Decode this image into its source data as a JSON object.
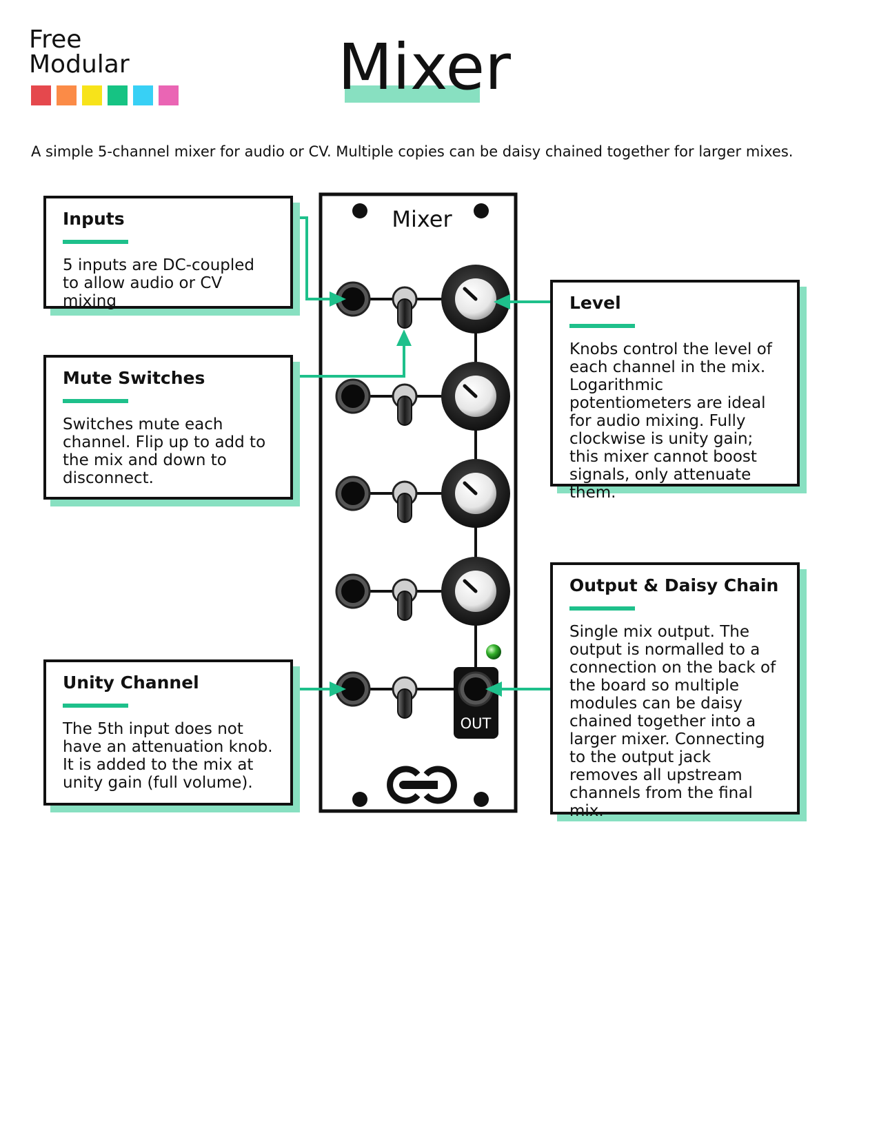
{
  "brand": {
    "line1": "Free",
    "line2": "Modular",
    "swatches": [
      "#e5484d",
      "#fb8b47",
      "#f7e31a",
      "#16c383",
      "#38d0f5",
      "#ea65b4"
    ]
  },
  "title": "Mixer",
  "description": "A simple 5-channel mixer for audio or CV. Multiple copies can be daisy chained together for larger mixes.",
  "accent_color": "#1ec08b",
  "shadow_color": "#88e0c1",
  "module": {
    "name": "Mixer",
    "out_label": "OUT"
  },
  "callouts": {
    "inputs": {
      "title": "Inputs",
      "text": "5 inputs are DC-coupled to allow audio or CV mixing"
    },
    "mute": {
      "title": "Mute Switches",
      "text": "Switches mute each channel. Flip up to add to the mix and down to disconnect."
    },
    "unity": {
      "title": "Unity Channel",
      "text": "The 5th input does not have an attenuation knob. It is added to the mix at unity gain (full volume)."
    },
    "level": {
      "title": "Level",
      "text": "Knobs control the level of each channel in the mix. Logarithmic potentiometers are ideal for audio mixing. Fully clockwise is unity gain; this mixer cannot boost signals, only attenuate them."
    },
    "output": {
      "title": "Output & Daisy Chain",
      "text": "Single mix output. The output is normalled to a connection on the back of the board so multiple modules can be daisy chained together into a larger mixer. Connecting to the output jack removes all upstream channels from the final mix."
    }
  }
}
